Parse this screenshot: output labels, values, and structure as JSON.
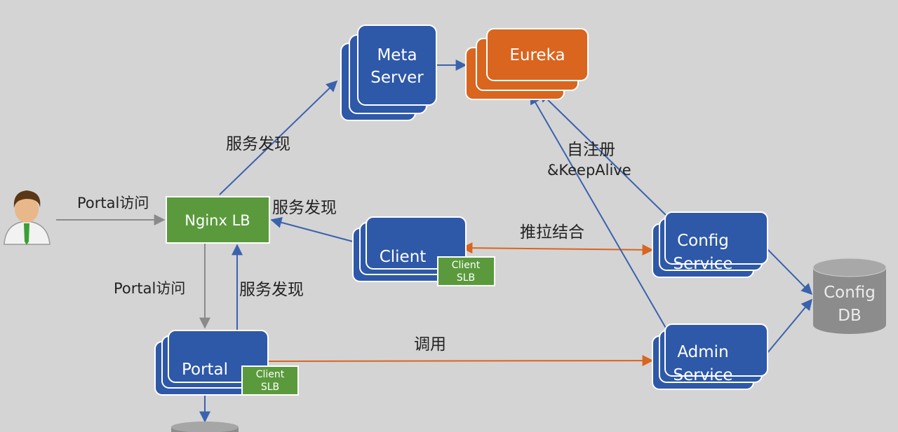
{
  "nodes": {
    "meta_server": {
      "line1": "Meta",
      "line2": "Server"
    },
    "eureka": {
      "label": "Eureka"
    },
    "nginx_lb": {
      "label": "Nginx LB"
    },
    "client": {
      "label": "Client",
      "slb_line1": "Client",
      "slb_line2": "SLB"
    },
    "portal": {
      "label": "Portal",
      "slb_line1": "Client",
      "slb_line2": "SLB"
    },
    "config_service": {
      "line1": "Config",
      "line2": "Service"
    },
    "admin_service": {
      "line1": "Admin",
      "line2": "Service"
    },
    "config_db": {
      "line1": "Config",
      "line2": "DB"
    }
  },
  "edge_labels": {
    "user_to_nginx": "Portal访问",
    "nginx_to_meta": "服务发现",
    "client_to_nginx": "服务发现",
    "nginx_to_portal": "Portal访问",
    "portal_to_nginx": "服务发现",
    "client_config_sync": "推拉结合",
    "portal_to_admin": "调用",
    "register_line1": "自注册",
    "register_line2": "&KeepAlive"
  },
  "colors": {
    "background": "#d4d4d4",
    "blue_node": "#2e58a8",
    "orange_node": "#d9651f",
    "green_node": "#5a9a3c",
    "db_gray": "#8c8c8c",
    "blue_arrow": "#3a62ad",
    "orange_arrow": "#d9651f",
    "gray_arrow": "#8a8a8a"
  },
  "icons": {
    "user": "user-avatar-icon",
    "database": "database-cylinder-icon"
  }
}
